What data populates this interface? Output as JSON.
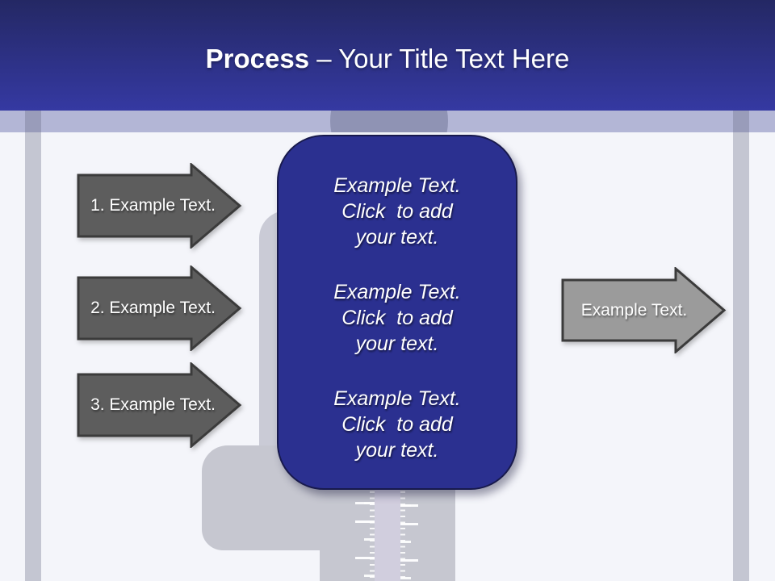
{
  "slide": {
    "title": {
      "emphasis": "Process",
      "rest": " – Your Title Text Here"
    },
    "left_arrows": [
      {
        "label": "1. Example Text."
      },
      {
        "label": "2. Example Text."
      },
      {
        "label": "3. Example Text."
      }
    ],
    "right_arrow": {
      "label": "Example Text."
    },
    "center_box": {
      "blocks": [
        {
          "lines": [
            "Example Text.",
            "Click  to add",
            "your text."
          ]
        },
        {
          "lines": [
            "Example Text.",
            "Click  to add",
            "your text."
          ]
        },
        {
          "lines": [
            "Example Text.",
            "Click  to add",
            "your text."
          ]
        }
      ]
    },
    "colors": {
      "header_top": "#242864",
      "header_bottom": "#3539a2",
      "band": "#b3b6d6",
      "head_sil": "#8f93b4",
      "box_fill": "#2b3090",
      "box_border": "#181a4d",
      "arrow_dark": "#5d5d5d",
      "arrow_light": "#9b9b9b",
      "arrow_border": "#3b3b3b",
      "bg": "#f4f5fa",
      "sil": "#c6c7d0",
      "sil_arm": "#cacbd6",
      "ruler_col": "#d1cede"
    }
  }
}
